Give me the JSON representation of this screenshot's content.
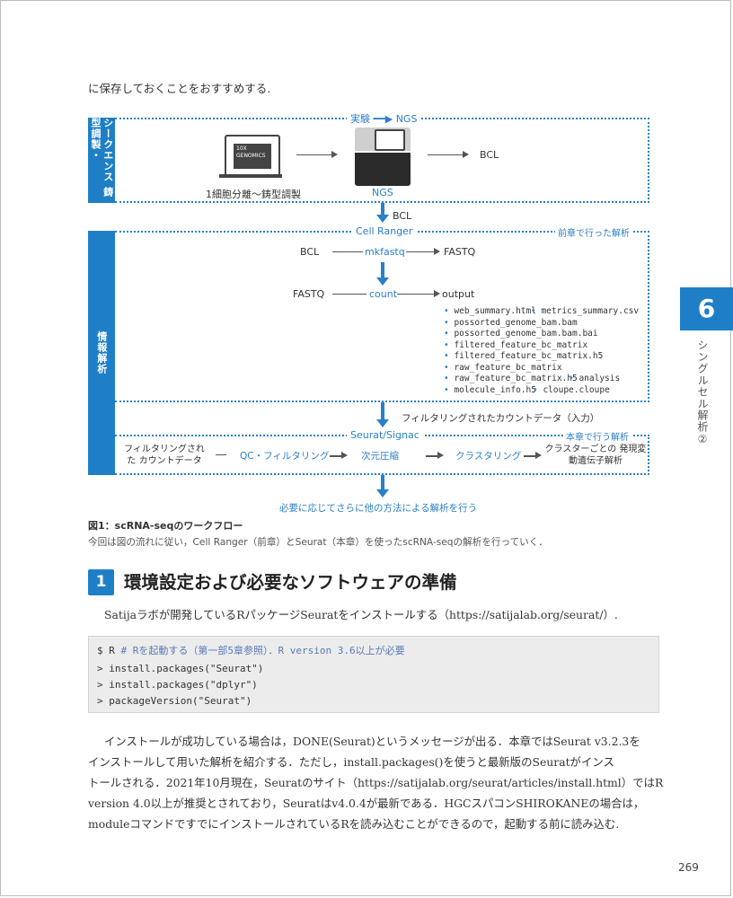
{
  "intro_text": "に保存しておくことをおすすめする.",
  "figure": {
    "top_section": {
      "sidebar_label": "シークエンス 鋳型調製・",
      "header_label": "実験 ━━▶ NGS",
      "device_label": "10X GENOMICS",
      "device_caption": "1細胞分離〜鋳型調製",
      "ngs_label": "NGS",
      "bcl_label": "BCL"
    },
    "between_label": "BCL",
    "analysis_section": {
      "sidebar_label": "情報解析",
      "cellranger_label": "Cell Ranger",
      "prev_chapter_label": "前章で行った解析",
      "row1": {
        "input": "BCL",
        "tool": "mkfastq",
        "output": "FASTQ"
      },
      "row2": {
        "input": "FASTQ",
        "tool": "count",
        "output": "output"
      },
      "files": [
        [
          "web_summary.html",
          "metrics_summary.csv"
        ],
        [
          "possorted_genome_bam.bam"
        ],
        [
          "possorted_genome_bam.bam.bai"
        ],
        [
          "filtered_feature_bc_matrix"
        ],
        [
          "filtered_feature_bc_matrix.h5"
        ],
        [
          "raw_feature_bc_matrix"
        ],
        [
          "raw_feature_bc_matrix.h5",
          "analysis"
        ],
        [
          "molecule_info.h5",
          "cloupe.cloupe"
        ]
      ],
      "filtered_data_label": "フィルタリングされたカウントデータ（入力）",
      "seurat_label": "Seurat/Signac",
      "this_chapter_label": "本章で行う解析",
      "steps": {
        "input": "フィルタリングされた カウントデータ",
        "qc": "QC・フィルタリング",
        "reduction": "次元圧縮",
        "clustering": "クラスタリング",
        "deg": "クラスターごとの 発現変動遺伝子解析"
      }
    },
    "bottom_label": "必要に応じてさらに他の方法による解析を行う"
  },
  "caption": {
    "title": "図1：scRNA-seqのワークフロー",
    "text": "今回は図の流れに従い，Cell Ranger（前章）とSeurat（本章）を使ったscRNA-seqの解析を行っていく．"
  },
  "chapter_tab": {
    "number": "6",
    "title": "シングルセル解析②"
  },
  "section": {
    "number": "1",
    "title": "環境設定および必要なソフトウェアの準備"
  },
  "lead_text": "Satijaラボが開発しているRパッケージSeuratをインストールする（https://satijalab.org/seurat/）.",
  "code": {
    "line1_cmd": "$ R",
    "line1_comment": "# Rを起動する（第一部5章参照）．R version 3.6以上が必要",
    "line2": "> install.packages(\"Seurat\")",
    "line3": "> install.packages(\"dplyr\")",
    "line4": "> packageVersion(\"Seurat\")"
  },
  "body_lines": [
    "インストールが成功している場合は，DONE(Seurat)というメッセージが出る．本章ではSeurat v3.2.3を",
    "インストールして用いた解析を紹介する．ただし，install.packages()を使うと最新版のSeuratがインス",
    "トールされる．2021年10月現在，Seuratのサイト（https://satijalab.org/seurat/articles/install.html）ではR",
    "version 4.0以上が推奨とされており，Seuratはv4.0.4が最新である．HGCスパコンSHIROKANEの場合は，",
    "moduleコマンドですでにインストールされているRを読み込むことができるので，起動する前に読み込む."
  ],
  "page_number": "269",
  "colors": {
    "accent": "#1f7fc6",
    "text": "#333333",
    "code_bg": "#ececec"
  }
}
